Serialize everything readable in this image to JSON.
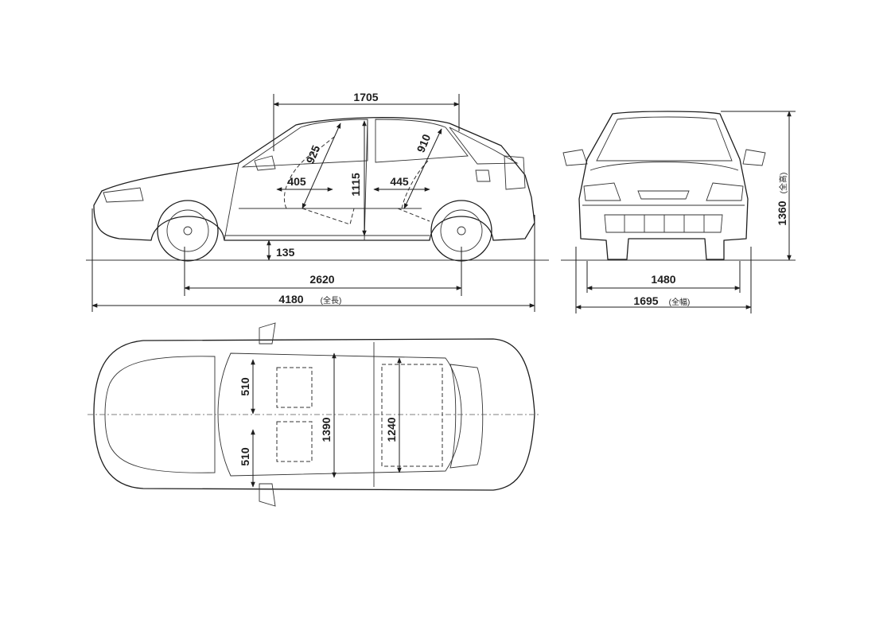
{
  "side_view": {
    "overall_length": "4180",
    "overall_length_note": "(全長)",
    "wheelbase": "2620",
    "roof_span": "1705",
    "ground_clearance": "135",
    "interior_height": "1115",
    "front_headroom": "925",
    "rear_headroom": "910",
    "front_seat_depth": "405",
    "rear_seat_depth": "445"
  },
  "front_view": {
    "overall_height": "1360",
    "overall_height_note": "(全高)",
    "track": "1480",
    "overall_width": "1695",
    "overall_width_note": "(全幅)"
  },
  "top_view": {
    "seat_width_upper": "510",
    "seat_width_lower": "510",
    "front_cabin_width": "1390",
    "rear_cabin_width": "1240"
  }
}
